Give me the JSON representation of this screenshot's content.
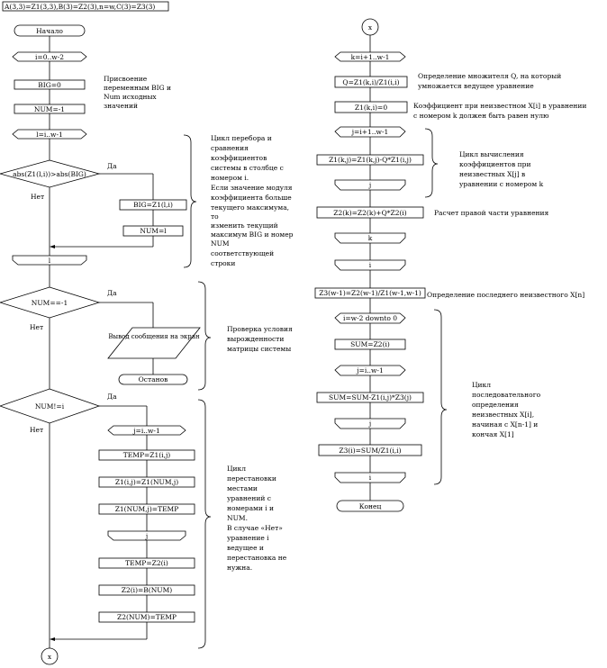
{
  "title": "A(3,3)=Z1(3,3),B(3)=Z2(3),n=w,C(3)=Z3(3)",
  "left": {
    "start": "Начало",
    "loop_i": "i=0..w-2",
    "big_init": "BIG=0",
    "num_init": "NUM=-1",
    "loop_l": "l=i..w-1",
    "cond_abs": "abs(Z1(l,i))>abs(BIG)",
    "yes": "Да",
    "no": "Нет",
    "big_set": "BIG=Z1(l,i)",
    "num_set": "NUM=l",
    "end_l": "l",
    "cond_num": "NUM==-1",
    "output": "Вывод сообщения на экран",
    "stop": "Останов",
    "cond_neq": "NUM!=i",
    "loop_j": "j=i..w-1",
    "temp1": "TEMP=Z1(i,j)",
    "swap1": "Z1(i,j)=Z1(NUM,j)",
    "swap2": "Z1(NUM,j)=TEMP",
    "end_j": "j",
    "temp2": "TEMP=Z2(i)",
    "swap3": "Z2(i)=B(NUM)",
    "swap4": "Z2(NUM)=TEMP",
    "connector": "x"
  },
  "right": {
    "connector": "x",
    "loop_k": "k=i+1..w-1",
    "q": "Q=Z1(k,i)/Z1(i,i)",
    "z1_zero": "Z1(k,i)=0",
    "loop_j": "j=i+1..w-1",
    "z1_upd": "Z1(k,j)=Z1(k,j)-Q*Z1(i,j)",
    "end_j": "j",
    "z2_upd": "Z2(k)=Z2(k)+Q*Z2(i)",
    "end_k": "k",
    "end_i": "i",
    "z3_last": "Z3(w-1)=Z2(w-1)/Z1(w-1,w-1)",
    "loop_back": "i=w-2 downto 0",
    "sum_init": "SUM=Z2(i)",
    "loop_j2": "j=i..w-1",
    "sum_upd": "SUM=SUM-Z1(i,j)*Z3(j)",
    "end_j2": "j",
    "z3_set": "Z3(i)=SUM/Z1(i,i)",
    "end_i2": "i",
    "end": "Конец"
  },
  "notes": {
    "n1": [
      "Присвоение",
      "переменным BIG и",
      "Num исходных",
      "значений"
    ],
    "n2": [
      "Цикл перебора и",
      "сравнения",
      "коэффициентов",
      "системы в столбце с",
      "номером i.",
      "Если значение модуля",
      "коэффициента больше",
      "текущего максимума,",
      "то",
      "изменить текущий",
      "максимум BIG и номер",
      "NUM",
      "соответствующей",
      "строки"
    ],
    "n3": [
      "Проверка условия",
      "вырожденности",
      "матрицы системы"
    ],
    "n4": [
      "Цикл",
      "перестановки",
      "местами",
      "уравнений с",
      "номерами i и",
      "NUM.",
      "В случае «Нет»",
      "уравнение i",
      "ведущее и",
      "перестановка не",
      "нужна."
    ],
    "r1": [
      "Определение множителя Q, на который",
      "умножается ведущее уравнение"
    ],
    "r2": [
      "Коэффициент при неизвестном X[i] в уравнении",
      "с номером k должен быть равен нулю"
    ],
    "r3": [
      "Цикл вычисления",
      "коэффициентов при",
      "неизвестных X[j] в",
      "уравнении с номером k"
    ],
    "r4": [
      "Расчет правой части уравнения"
    ],
    "r5": [
      "Определение последнего неизвестного X[n]"
    ],
    "r6": [
      "Цикл",
      "последовательного",
      "определения",
      "неизвестных X[i],",
      "начиная с X[n-1] и",
      "кончая X[1]"
    ]
  }
}
